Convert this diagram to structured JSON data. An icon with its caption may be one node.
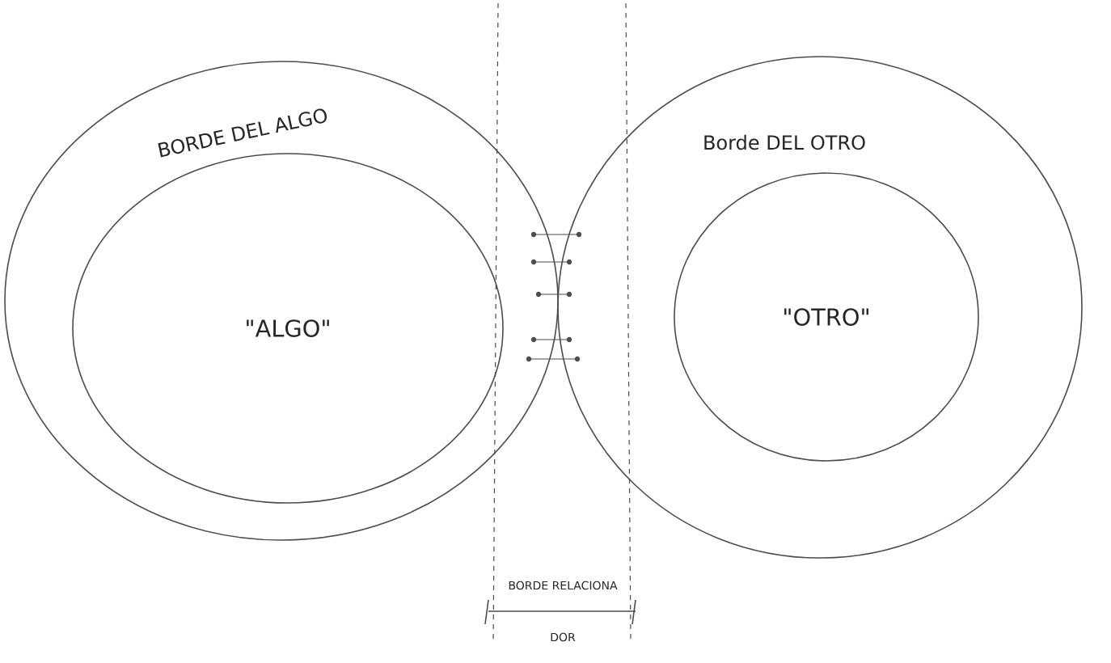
{
  "diagram": {
    "nodes": [
      {
        "text": [
          "BORDE DEL ALGO"
        ]
      },
      {
        "text": [
          "\"ALGO\""
        ],
        "in": 0
      },
      {
        "text": [
          "Borde DEL OTRO"
        ]
      },
      {
        "text": [
          "\"OTRO\""
        ],
        "in": 2
      }
    ],
    "labels": [
      "BORDE RELACIONA",
      "DOR"
    ]
  }
}
